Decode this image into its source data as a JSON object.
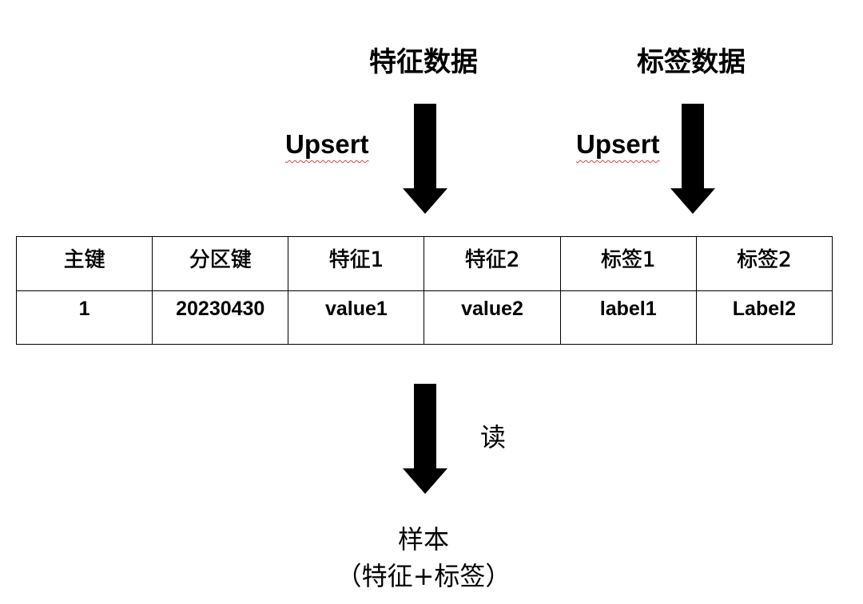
{
  "sources": {
    "feature_title": "特征数据",
    "label_title": "标签数据"
  },
  "upsert": {
    "left_label": "Upsert",
    "right_label": "Upsert"
  },
  "table": {
    "headers": [
      "主键",
      "分区键",
      "特征1",
      "特征2",
      "标签1",
      "标签2"
    ],
    "row": [
      "1",
      "20230430",
      "value1",
      "value2",
      "label1",
      "Label2"
    ]
  },
  "read": {
    "label": "读"
  },
  "sample": {
    "title": "样本",
    "subtitle": "（特征+标签）"
  },
  "colors": {
    "arrow": "#000000",
    "spellcheck_underline": "#e0403a",
    "border": "#000000"
  }
}
